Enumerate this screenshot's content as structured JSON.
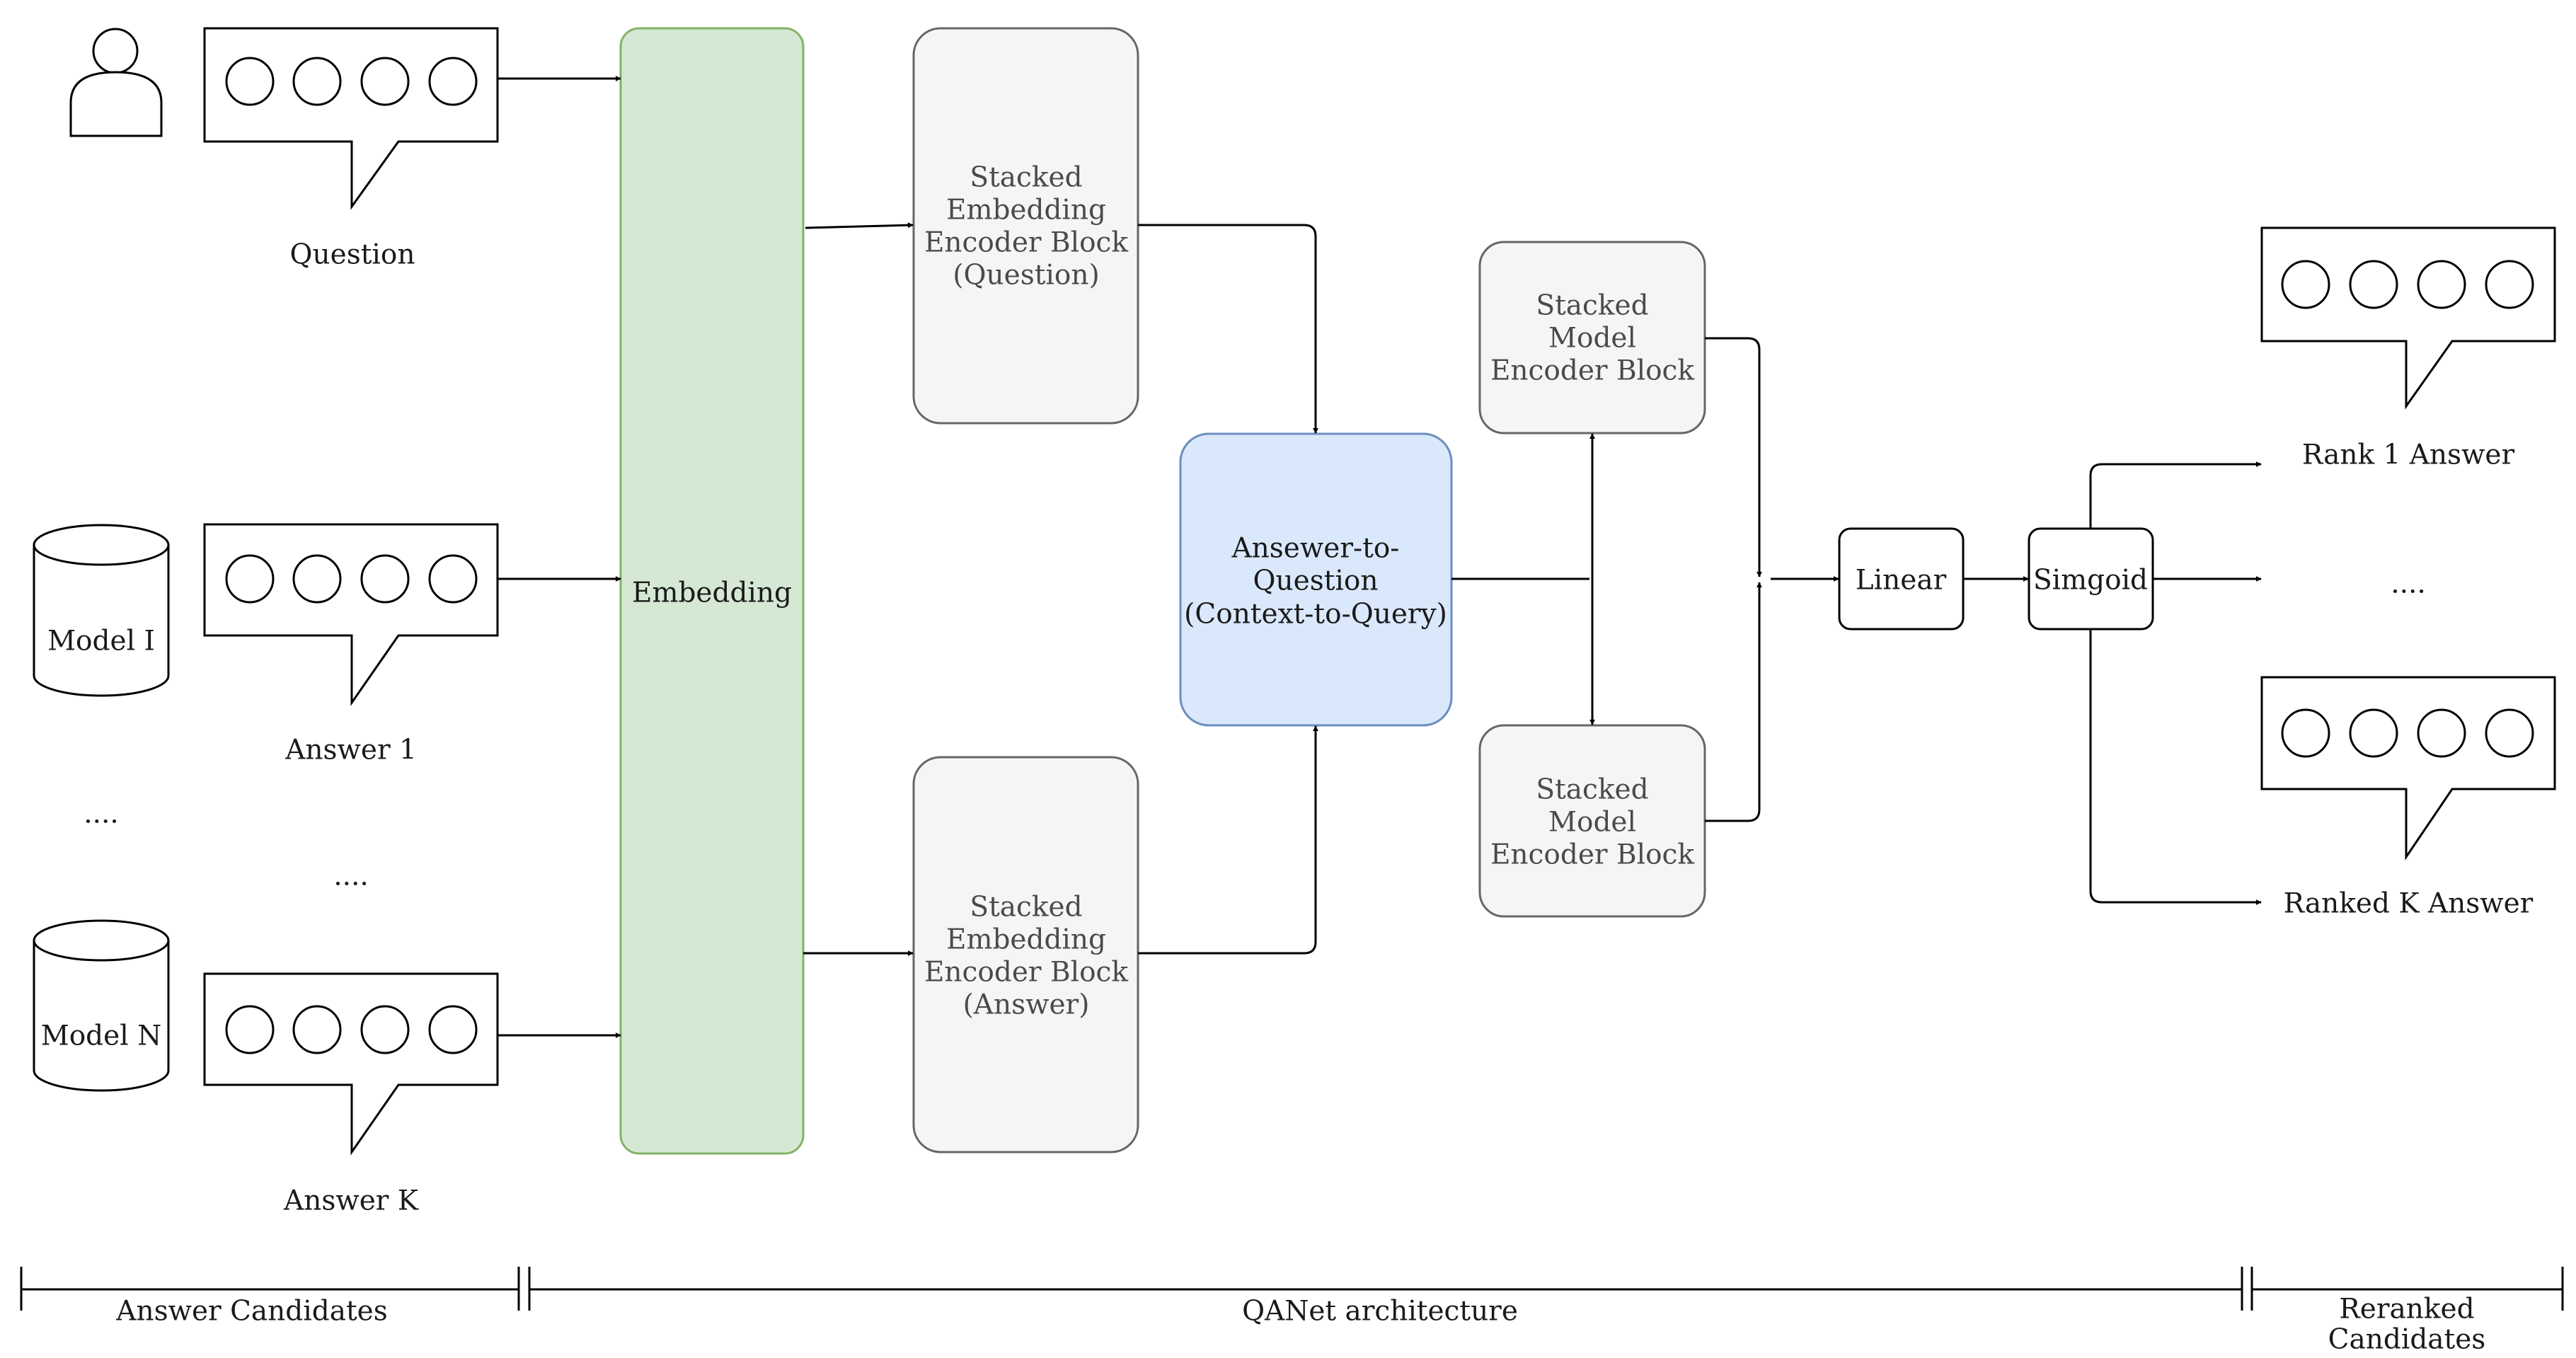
{
  "nodes": {
    "question_label": "Question",
    "answer1_label": "Answer 1",
    "answerk_label": "Answer K",
    "model_i": "Model I",
    "model_n": "Model N",
    "left_ellipsis_1": "....",
    "left_ellipsis_2": "....",
    "embedding": "Embedding",
    "seb_question": [
      "Stacked",
      "Embedding",
      "Encoder Block",
      "(Question)"
    ],
    "seb_answer": [
      "Stacked",
      "Embedding",
      "Encoder Block",
      "(Answer)"
    ],
    "a2q": [
      "Ansewer-to-",
      "Question",
      "(Context-to-Query)"
    ],
    "model_enc_top": [
      "Stacked",
      "Model",
      "Encoder Block"
    ],
    "model_enc_bottom": [
      "Stacked",
      "Model",
      "Encoder Block"
    ],
    "linear": "Linear",
    "sigmoid": "Simgoid",
    "rank1_label": "Rank 1 Answer",
    "right_ellipsis": "....",
    "rankk_label": "Ranked K Answer"
  },
  "sections": {
    "answer_candidates": "Answer Candidates",
    "qanet": "QANet architecture",
    "reranked": [
      "Reranked",
      "Candidates"
    ]
  },
  "colors": {
    "embedding_fill": "#d5e8d4",
    "embedding_stroke": "#82b366",
    "encoder_fill": "#f5f5f5",
    "encoder_stroke": "#666666",
    "attention_fill": "#dae8fc",
    "attention_stroke": "#6c8ebf"
  }
}
